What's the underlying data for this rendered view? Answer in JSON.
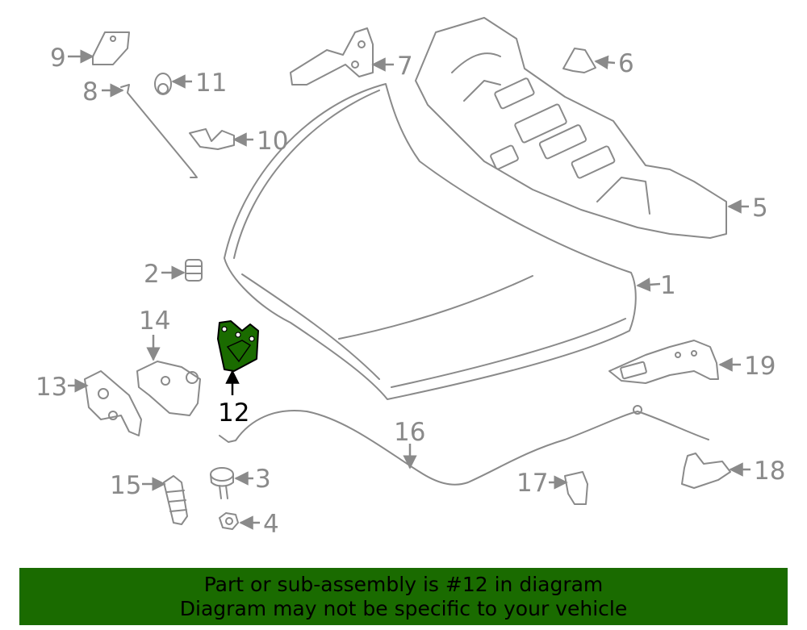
{
  "colors": {
    "line": "#8a8a8a",
    "highlight": "#1a6b00",
    "banner_bg": "#1a6b00"
  },
  "callouts": {
    "c1": "1",
    "c2": "2",
    "c3": "3",
    "c4": "4",
    "c5": "5",
    "c6": "6",
    "c7": "7",
    "c8": "8",
    "c9": "9",
    "c10": "10",
    "c11": "11",
    "c12": "12",
    "c13": "13",
    "c14": "14",
    "c15": "15",
    "c16": "16",
    "c17": "17",
    "c18": "18",
    "c19": "19"
  },
  "highlighted_part": "12",
  "banner": {
    "line1": "Part or sub-assembly is #12 in diagram",
    "line2": "Diagram may not be specific to your vehicle"
  }
}
